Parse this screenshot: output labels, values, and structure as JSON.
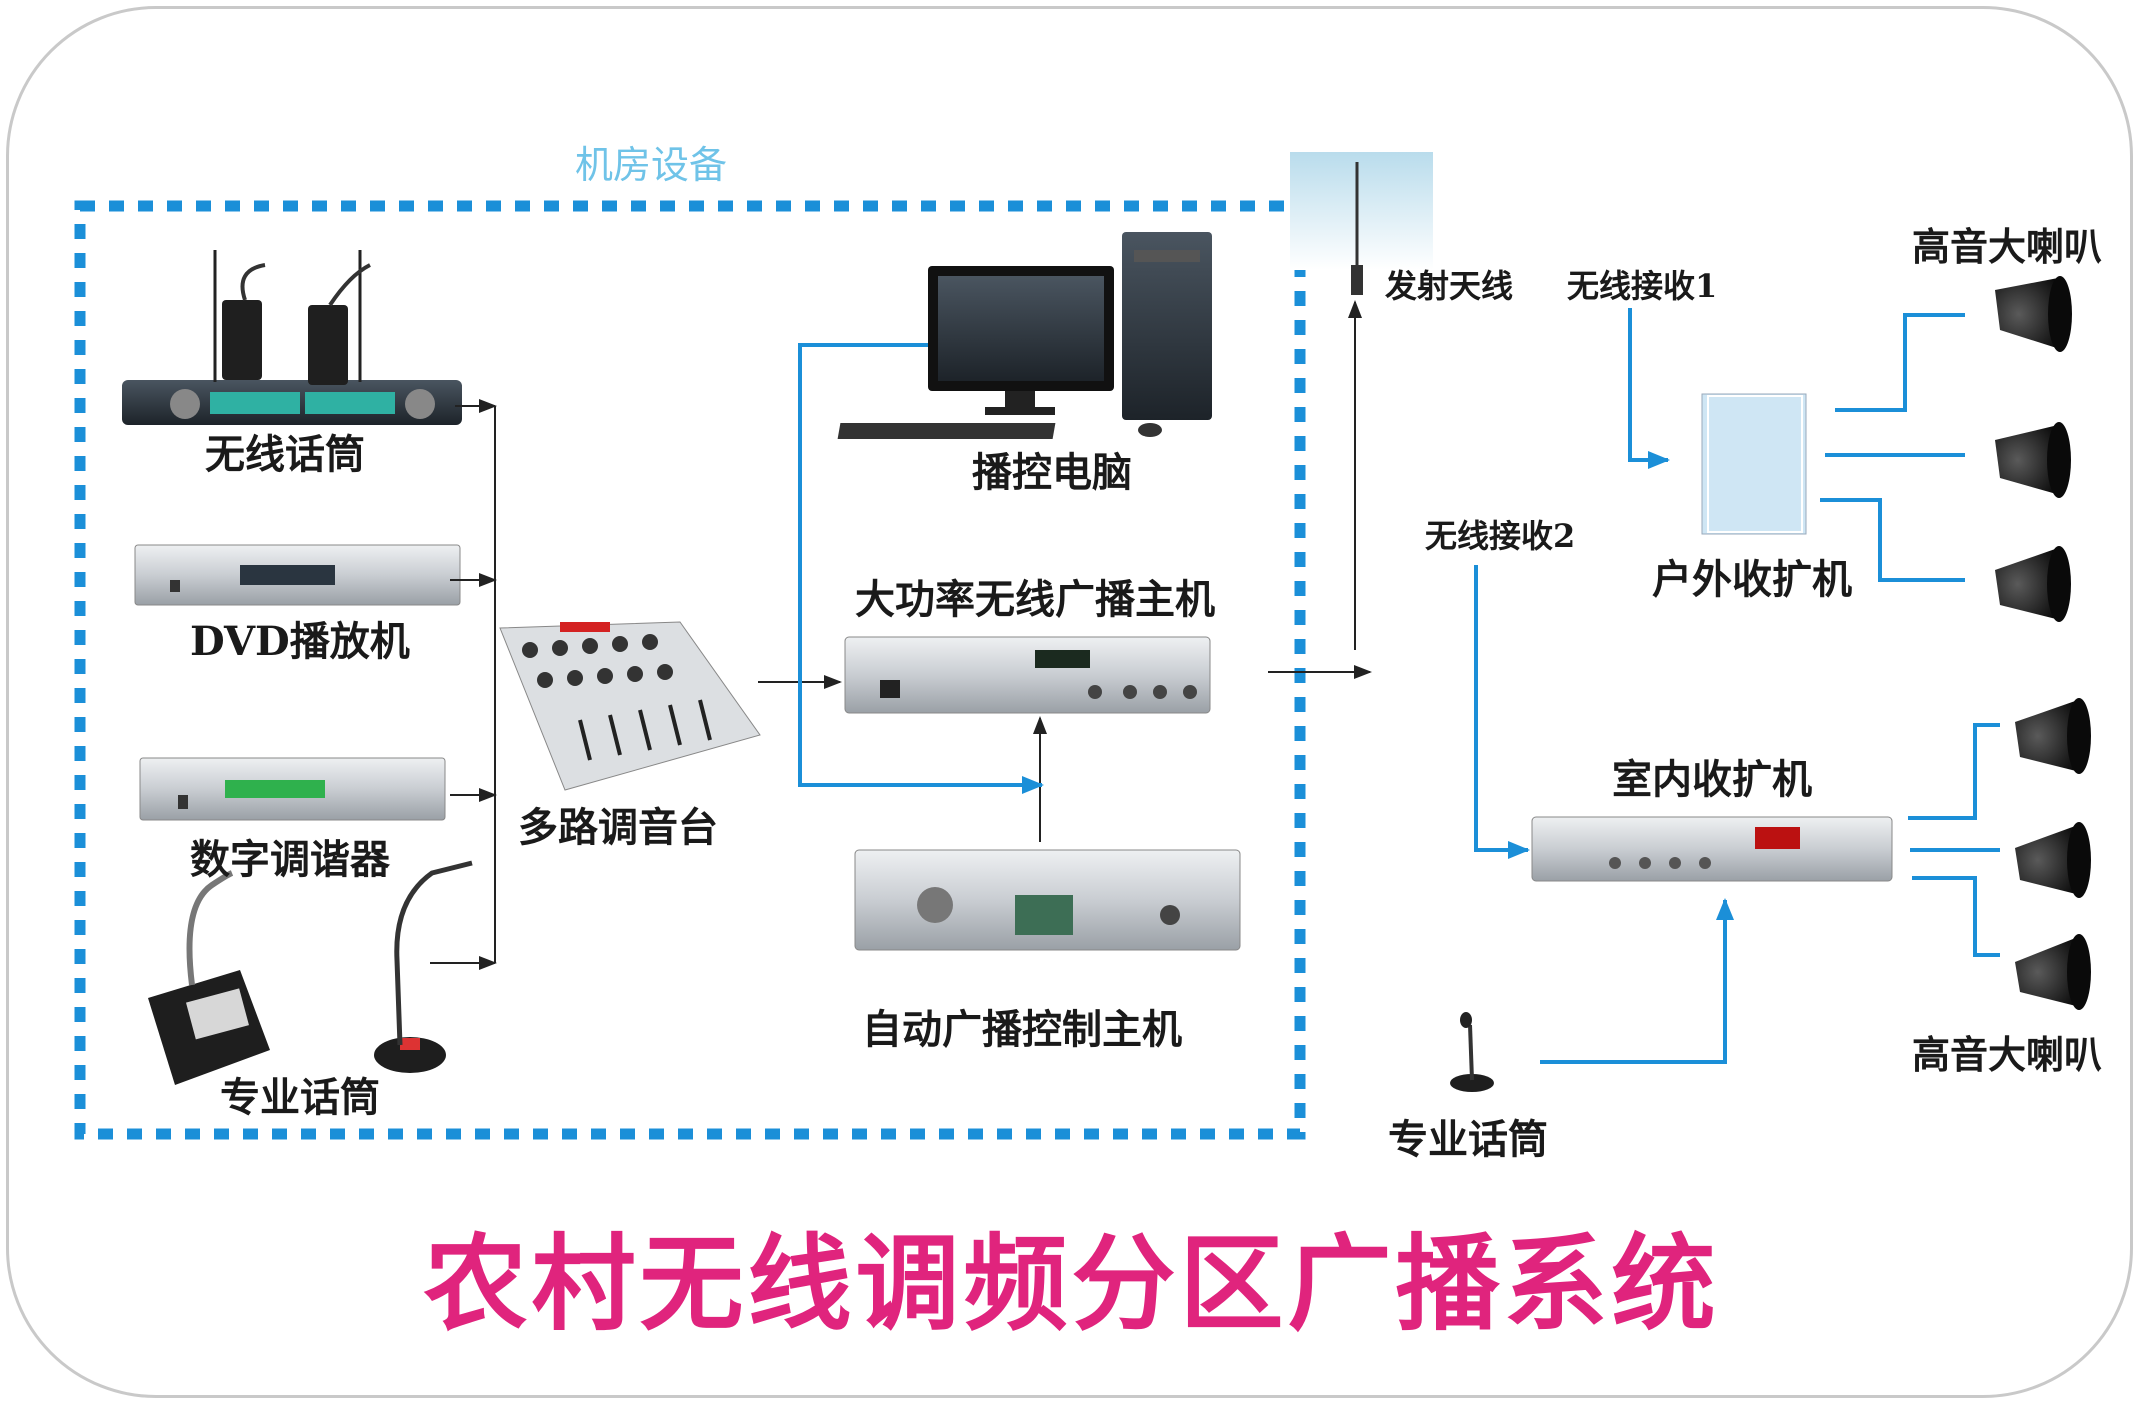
{
  "title": "农村无线调频分区广播系统",
  "room_label": "机房设备",
  "labels": {
    "wireless_mic": "无线话筒",
    "dvd": "DVD播放机",
    "tuner": "数字调谐器",
    "pro_mic_left": "专业话筒",
    "mixer": "多路调音台",
    "pc": "播控电脑",
    "main_host": "大功率无线广播主机",
    "auto_controller": "自动广播控制主机",
    "antenna": "发射天线",
    "receive1": "无线接收1",
    "receive2": "无线接收2",
    "outdoor_amp": "户外收扩机",
    "indoor_amp": "室内收扩机",
    "speakers_top": "高音大喇叭",
    "speakers_bottom": "高音大喇叭",
    "pro_mic_right": "专业话筒"
  },
  "colors": {
    "title": "#e0247d",
    "dashed_border": "#1b8fd8",
    "room_label": "#6fc3e8",
    "flow_line": "#1b8fd8",
    "black_line": "#222222"
  }
}
